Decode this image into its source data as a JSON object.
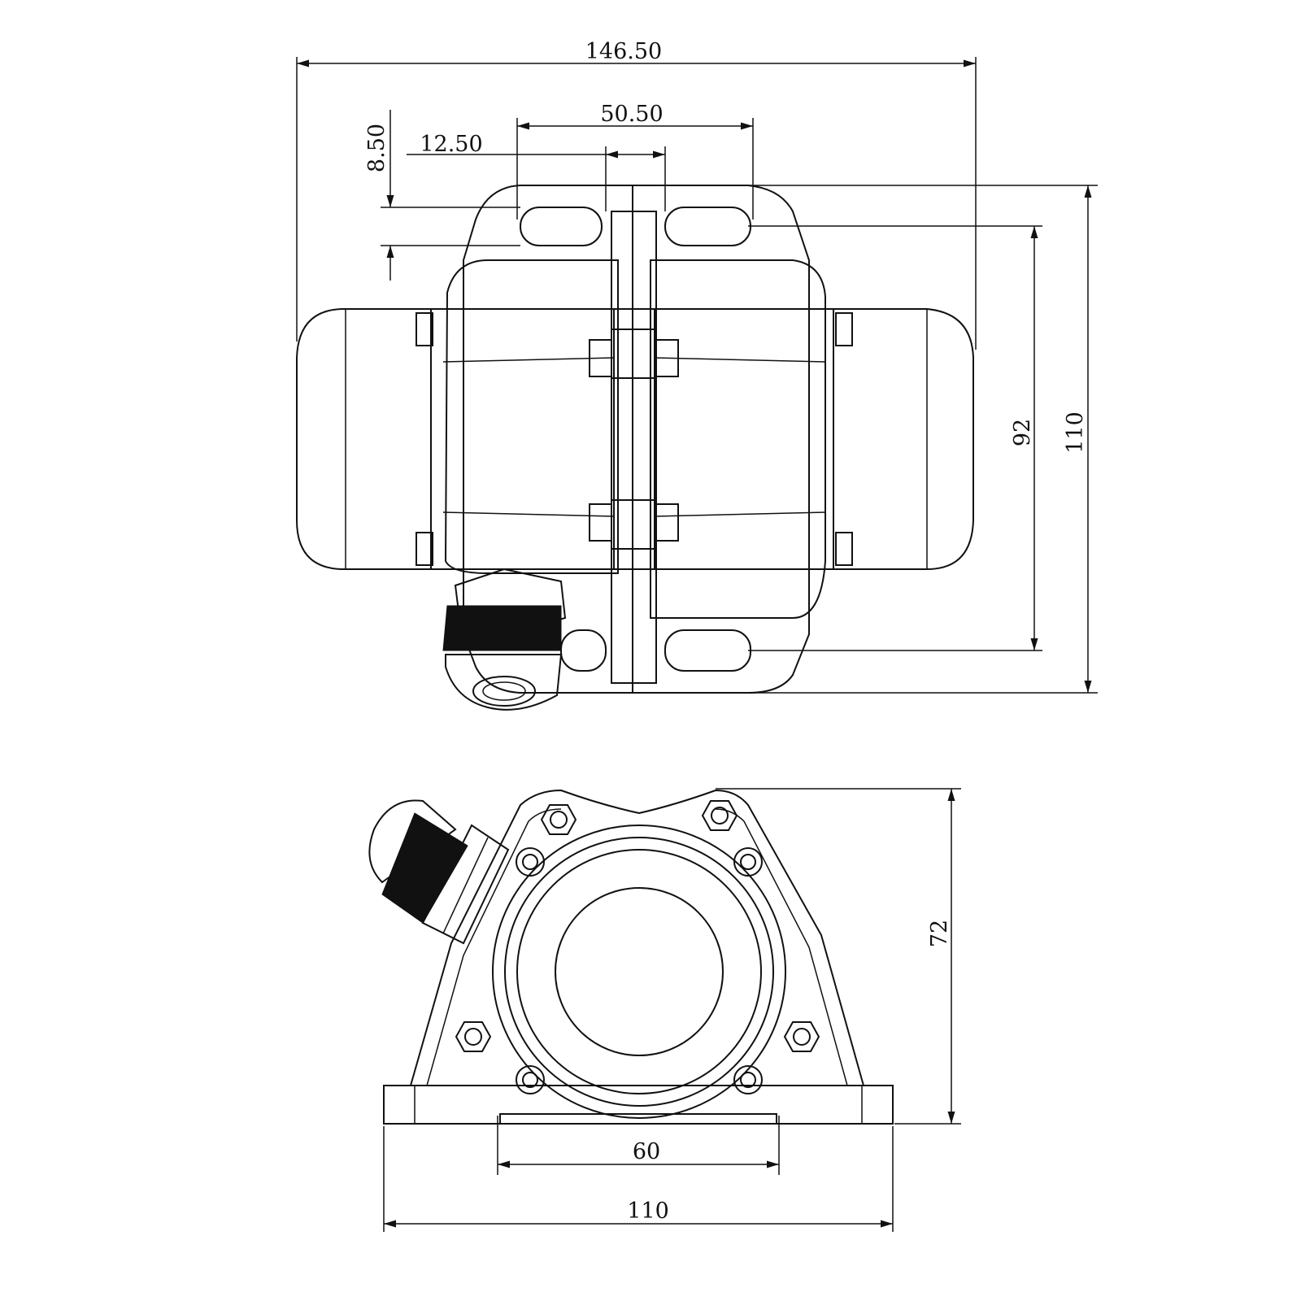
{
  "drawing": {
    "top_view": {
      "dimensions": {
        "overall_length": "146.50",
        "slot_spacing": "50.50",
        "center_gap": "12.50",
        "slot_width": "8.50",
        "slot_pitch": "92",
        "base_depth": "110"
      }
    },
    "front_view": {
      "dimensions": {
        "height": "72",
        "foot_inner": "60",
        "base_width": "110"
      }
    }
  }
}
